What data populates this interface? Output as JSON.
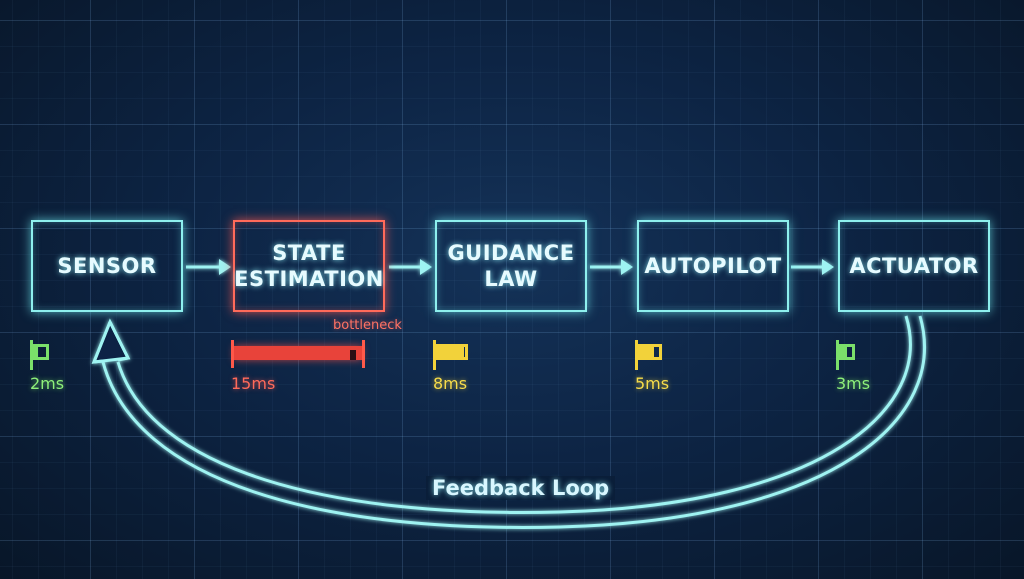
{
  "stages": [
    {
      "label": "SENSOR",
      "latency": "2ms",
      "status": "green"
    },
    {
      "label": "STATE\nESTIMATION",
      "latency": "15ms",
      "status": "red"
    },
    {
      "label": "GUIDANCE\nLAW",
      "latency": "8ms",
      "status": "yellow"
    },
    {
      "label": "AUTOPILOT",
      "latency": "5ms",
      "status": "yellow"
    },
    {
      "label": "ACTUATOR",
      "latency": "3ms",
      "status": "green"
    }
  ],
  "annotation": "bottleneck",
  "loop_label": "Feedback Loop",
  "colors": {
    "box": "#8ef0ee",
    "bottleneck": "#ff6a5a",
    "ok": "#7be06a",
    "warn": "#f2d23a",
    "background": "#0d2444"
  }
}
